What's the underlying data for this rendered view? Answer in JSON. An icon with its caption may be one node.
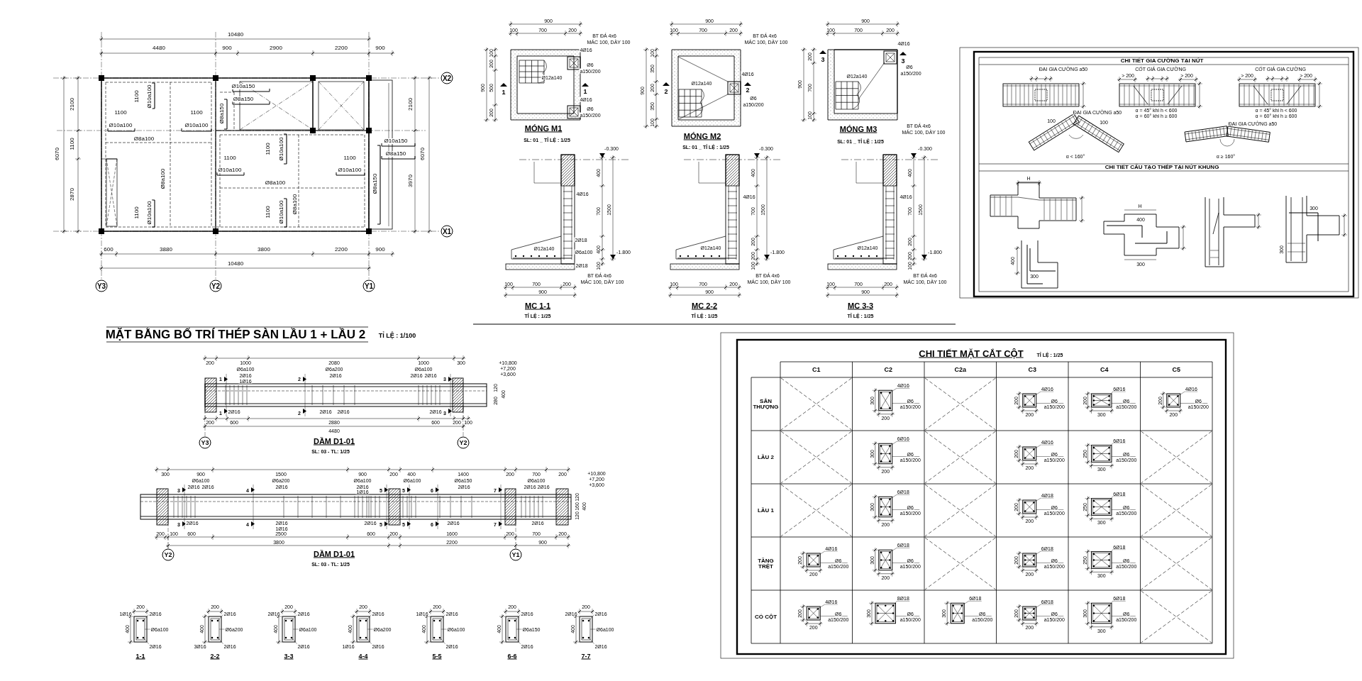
{
  "diagram": {
    "labels": [
      "10480",
      "4480",
      "900",
      "2900",
      "2200",
      "900",
      "6070",
      "2100",
      "1100",
      "2870",
      "X2",
      "2100",
      "6070",
      "3970",
      "X1",
      "Ø10a150",
      "1100",
      "Ø10a100",
      "Ø8a150",
      "1100",
      "1100",
      "Ø8a150",
      "Ø10a100",
      "Ø10a100",
      "Ø8a100",
      "Ø10a150",
      "1100",
      "Ø10a100",
      "Ø8a150",
      "1100",
      "1100",
      "Ø10a100",
      "Ø10a100",
      "Ø8a100",
      "Ø8a100",
      "Ø8a150",
      "Ø8a100",
      "1100",
      "Ø10a100",
      "1100",
      "Ø10a100",
      "600",
      "3880",
      "3800",
      "2200",
      "900",
      "10480",
      "Y3",
      "Y2",
      "Y1",
      "MẶT BẰNG BỐ TRÍ THÉP SÀN LẦU 1 + LẦU 2",
      "TỈ LỆ : 1/100",
      "900",
      "100",
      "700",
      "200",
      "BT ĐÁ 4x6",
      "MÁC 100, DÀY 100",
      "4Ø16",
      "Ø6",
      "a150/200",
      "900",
      "100",
      "200",
      "500",
      "200",
      "Ø12a140",
      "1",
      "1",
      "4Ø16",
      "Ø6",
      "a150/200",
      "MÓNG M1",
      "SL: 01 _ TỈ LỆ : 1/25",
      "900",
      "100",
      "700",
      "200",
      "BT ĐÁ 4x6",
      "MÁC 100, DÀY 100",
      "900",
      "100",
      "350",
      "200",
      "350",
      "100",
      "4Ø16",
      "Ø12a140",
      "2",
      "2",
      "Ø6",
      "a150/200",
      "MÓNG M2",
      "SL: 01 _ TỈ LỆ : 1/25",
      "900",
      "100",
      "700",
      "200",
      "4Ø16",
      "3",
      "3",
      "200",
      "Ø6",
      "a150/200",
      "Ø12a140",
      "900",
      "700",
      "100",
      "BT ĐÁ 4x6",
      "MÁC 100, DÀY 100",
      "MÓNG M3",
      "SL: 01 _ TỈ LỆ : 1/25",
      "-0.300",
      "400",
      "4Ø16",
      "700",
      "1500",
      "2Ø18",
      "Ø12a140",
      "Ø6a100",
      "400",
      "-1.800",
      "2Ø18",
      "100",
      "BT ĐÁ 4x6",
      "100",
      "700",
      "200",
      "MÁC 100, DÀY 100",
      "900",
      "MC 1-1",
      "TỈ LỆ : 1/25",
      "-0.300",
      "400",
      "4Ø16",
      "700",
      "1500",
      "Ø12a140",
      "200",
      "-1.800",
      "200",
      "100",
      "BT ĐÁ 4x6",
      "100",
      "700",
      "200",
      "MÁC 100, DÀY 100",
      "900",
      "MC 2-2",
      "TỈ LỆ : 1/25",
      "-0.300",
      "400",
      "4Ø16",
      "700",
      "1500",
      "Ø12a140",
      "200",
      "-1.800",
      "200",
      "100",
      "BT ĐÁ 4x6",
      "100",
      "700",
      "200",
      "MÁC 100, DÀY 100",
      "900",
      "MC 3-3",
      "TỈ LỆ : 1/25",
      "CHI TIẾT GIA CƯỜNG TẠI NÚT",
      "ĐAI GIA CƯỜNG a50",
      "CỐT GIÁ GIA CƯỜNG",
      "CỐT GIÁ GIA CƯỜNG",
      "> 200",
      "> 200",
      "> 200",
      "> 200",
      "α = 45° khi h < 600",
      "α = 60° khi h ≥ 600",
      "α = 45° khi h < 600",
      "α = 60° khi h ≥ 600",
      "ĐAI GIA CƯỜNG a50",
      "100",
      "100",
      "ĐAI GIA CƯỜNG a50",
      "α < 160°",
      "α ≥ 160°",
      "CHI TIẾT CẤU TẠO THÉP TẠI NÚT KHUNG",
      "H",
      "H",
      "400",
      "300",
      "300",
      "300",
      "400",
      "300",
      "200",
      "1000",
      "2080",
      "1000",
      "300",
      "+10,800",
      "Ø6a100",
      "Ø6a200",
      "Ø6a100",
      "+7,200",
      "+3,600",
      "1",
      "2Ø16",
      "1Ø16",
      "2",
      "2Ø16",
      "2Ø16",
      "2Ø16",
      "3",
      "120",
      "400",
      "280",
      "1",
      "2Ø16",
      "2",
      "2Ø16",
      "2Ø16",
      "2Ø16",
      "3",
      "200",
      "600",
      "2880",
      "600",
      "200",
      "100",
      "4480",
      "Y3",
      "DẦM D1-01",
      "Y2",
      "SL: 03 - TL: 1/25",
      "300",
      "900",
      "1500",
      "900",
      "200",
      "400",
      "1400",
      "200",
      "700",
      "200",
      "+10,800",
      "Ø6a100",
      "Ø6a200",
      "Ø6a100",
      "Ø6a100",
      "Ø6a150",
      "Ø6a100",
      "+7,200",
      "+3,600",
      "3",
      "2Ø16",
      "2Ø16",
      "4",
      "2Ø16",
      "2Ø16",
      "1Ø16",
      "5",
      "5",
      "6",
      "2Ø16",
      "7",
      "2Ø16",
      "2Ø16",
      "120",
      "160",
      "120",
      "400",
      "3",
      "2Ø16",
      "4",
      "2Ø16",
      "1Ø16",
      "2Ø16",
      "5",
      "5",
      "6",
      "2Ø16",
      "7",
      "2Ø16",
      "200",
      "100",
      "600",
      "2500",
      "600",
      "200",
      "1600",
      "200",
      "700",
      "200",
      "3800",
      "2200",
      "900",
      "Y2",
      "DẦM D1-01",
      "Y1",
      "SL: 03 - TL: 1/25",
      "200",
      "1Ø16",
      "2Ø16",
      "400",
      "Ø6a100",
      "2Ø16",
      "1-1",
      "200",
      "2Ø16",
      "400",
      "Ø6a200",
      "3Ø16",
      "2Ø16",
      "2-2",
      "200",
      "2Ø16",
      "2Ø16",
      "400",
      "Ø6a100",
      "2Ø16",
      "3-3",
      "200",
      "2Ø16",
      "400",
      "Ø6a200",
      "1Ø16",
      "2Ø16",
      "4-4",
      "200",
      "1Ø16",
      "2Ø16",
      "400",
      "Ø6a100",
      "2Ø16",
      "5-5",
      "200",
      "2Ø16",
      "400",
      "Ø6a150",
      "2Ø16",
      "6-6",
      "200",
      "2Ø16",
      "2Ø16",
      "400",
      "Ø6a100",
      "2Ø16",
      "7-7",
      "CHI TIẾT MẶT CẮT CỘT",
      "TỈ LỆ : 1/25",
      "C1",
      "C2",
      "C2a",
      "C3",
      "C4",
      "C5",
      "SÂN THƯỢNG",
      "4Ø16",
      "Ø6",
      "a150/200",
      "300",
      "200",
      "4Ø16",
      "Ø6",
      "a150/200",
      "200",
      "200",
      "6Ø16",
      "Ø6",
      "a150/200",
      "200",
      "300",
      "4Ø16",
      "Ø6",
      "a150/200",
      "200",
      "200",
      "LẦU 2",
      "6Ø16",
      "Ø6",
      "a150/200",
      "300",
      "200",
      "4Ø16",
      "Ø6",
      "a150/200",
      "200",
      "200",
      "6Ø16",
      "Ø6",
      "a150/200",
      "250",
      "300",
      "LẦU 1",
      "6Ø18",
      "Ø6",
      "a150/200",
      "300",
      "200",
      "4Ø18",
      "Ø6",
      "a150/200",
      "200",
      "200",
      "6Ø18",
      "Ø6",
      "a150/200",
      "250",
      "300",
      "TẦNG TRỆT",
      "4Ø16",
      "Ø6",
      "a150/200",
      "200",
      "200",
      "6Ø18",
      "Ø6",
      "a150/200",
      "300",
      "200",
      "6Ø18",
      "Ø6",
      "a150/200",
      "200",
      "200",
      "6Ø18",
      "Ø6",
      "a150/200",
      "250",
      "300",
      "CỔ CỘT",
      "4Ø16",
      "Ø6",
      "a150/200",
      "200",
      "200",
      "8Ø18",
      "Ø6",
      "a150/200",
      "300",
      "6Ø18",
      "Ø6",
      "a150/200",
      "300",
      "6Ø18",
      "Ø6",
      "a150/200",
      "200",
      "200",
      "6Ø18",
      "Ø6",
      "a150/200",
      "300",
      "300"
    ]
  }
}
